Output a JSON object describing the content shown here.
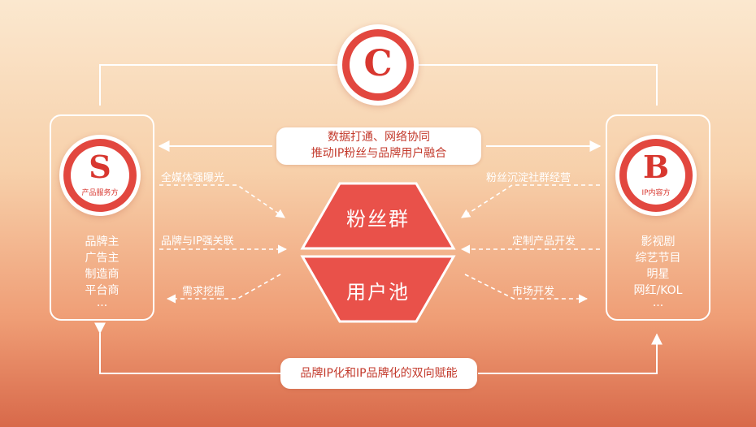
{
  "top_node": {
    "letter": "C"
  },
  "left_node": {
    "letter": "S",
    "subtitle": "产品服务方",
    "items": [
      "品牌主",
      "广告主",
      "制造商",
      "平台商",
      "..."
    ]
  },
  "right_node": {
    "letter": "B",
    "subtitle": "IP内容方",
    "items": [
      "影视剧",
      "综艺节目",
      "明星",
      "网红/KOL",
      "..."
    ]
  },
  "top_banner": {
    "line1": "数据打通、网络协同",
    "line2": "推动IP粉丝与品牌用户融合"
  },
  "bottom_banner": {
    "text": "品牌IP化和IP品牌化的双向赋能"
  },
  "center": {
    "top_label": "粉丝群",
    "bottom_label": "用户池"
  },
  "left_flows": [
    "全媒体强曝光",
    "品牌与IP强关联",
    "需求挖掘"
  ],
  "right_flows": [
    "粉丝沉淀社群经营",
    "定制产品开发",
    "市场开发"
  ],
  "colors": {
    "accent": "#e2473f",
    "banner_text": "#c33a2c",
    "panel_border": "#ffffff"
  }
}
